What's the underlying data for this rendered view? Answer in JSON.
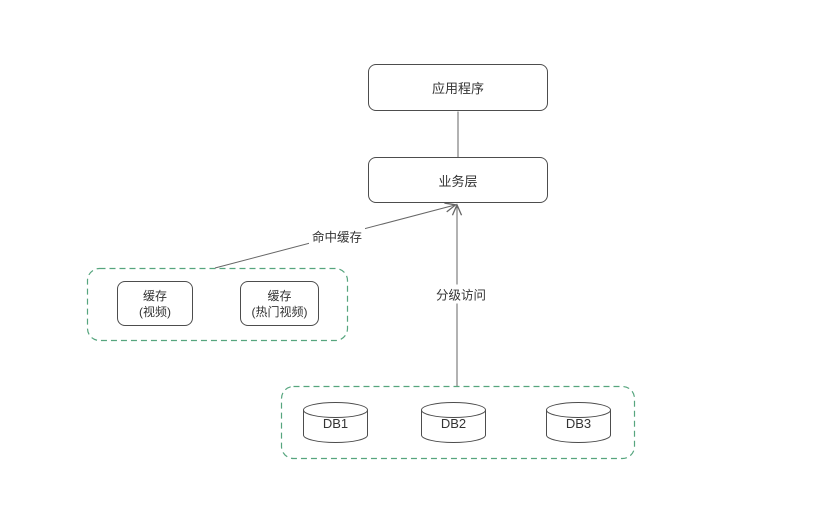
{
  "diagram": {
    "nodes": {
      "app": {
        "label": "应用程序"
      },
      "business": {
        "label": "业务层"
      },
      "cache_video": {
        "line1": "缓存",
        "line2": "(视频)"
      },
      "cache_hot_video": {
        "line1": "缓存",
        "line2": "(热门视频)"
      },
      "db1": {
        "label": "DB1"
      },
      "db2": {
        "label": "DB2"
      },
      "db3": {
        "label": "DB3"
      }
    },
    "edges": {
      "cache_hit": {
        "label": "命中缓存"
      },
      "tiered_access": {
        "label": "分级访问"
      }
    },
    "colors": {
      "group_border_green": "#56A57E",
      "node_border": "#4d4d4d",
      "connector": "#666666",
      "text": "#333333",
      "background": "#ffffff"
    }
  }
}
